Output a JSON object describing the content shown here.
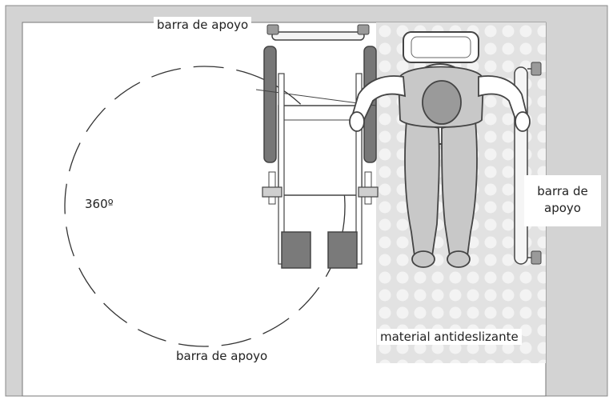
{
  "labels": {
    "bar_top": "barra de apoyo",
    "bar_right_line1": "barra de",
    "bar_right_line2": "apoyo",
    "bar_bottom": "barra de apoyo",
    "turn": "360º",
    "floor": "material antideslizante"
  },
  "colors": {
    "wall": "#d3d3d3",
    "outline": "#555555",
    "floor_mat": "#e2e2e2",
    "floor_dots": "#f3f3f3",
    "body": "#c8c8c8",
    "footrest": "#7a7a7a",
    "label_bg": "#ffffff"
  }
}
